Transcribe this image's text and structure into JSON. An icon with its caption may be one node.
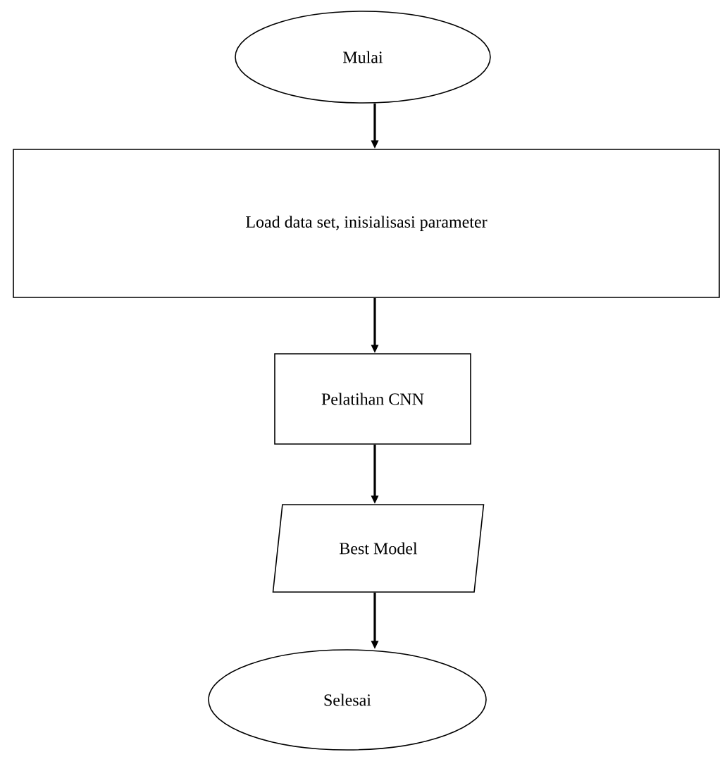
{
  "diagram": {
    "nodes": [
      {
        "text": [
          "Mulai"
        ]
      },
      {
        "text": [
          "Load data set, inisialisasi parameter"
        ]
      },
      {
        "text": [
          "Pelatihan CNN"
        ]
      },
      {
        "text": [
          "Best Model"
        ]
      },
      {
        "text": [
          "Selesai"
        ]
      }
    ],
    "edges": [
      {
        "from": 0,
        "to": 1,
        "arrow": "to"
      },
      {
        "from": 1,
        "to": 2,
        "arrow": "to"
      },
      {
        "from": 2,
        "to": 3,
        "arrow": "to"
      },
      {
        "from": 3,
        "to": 4,
        "arrow": "to"
      }
    ]
  }
}
